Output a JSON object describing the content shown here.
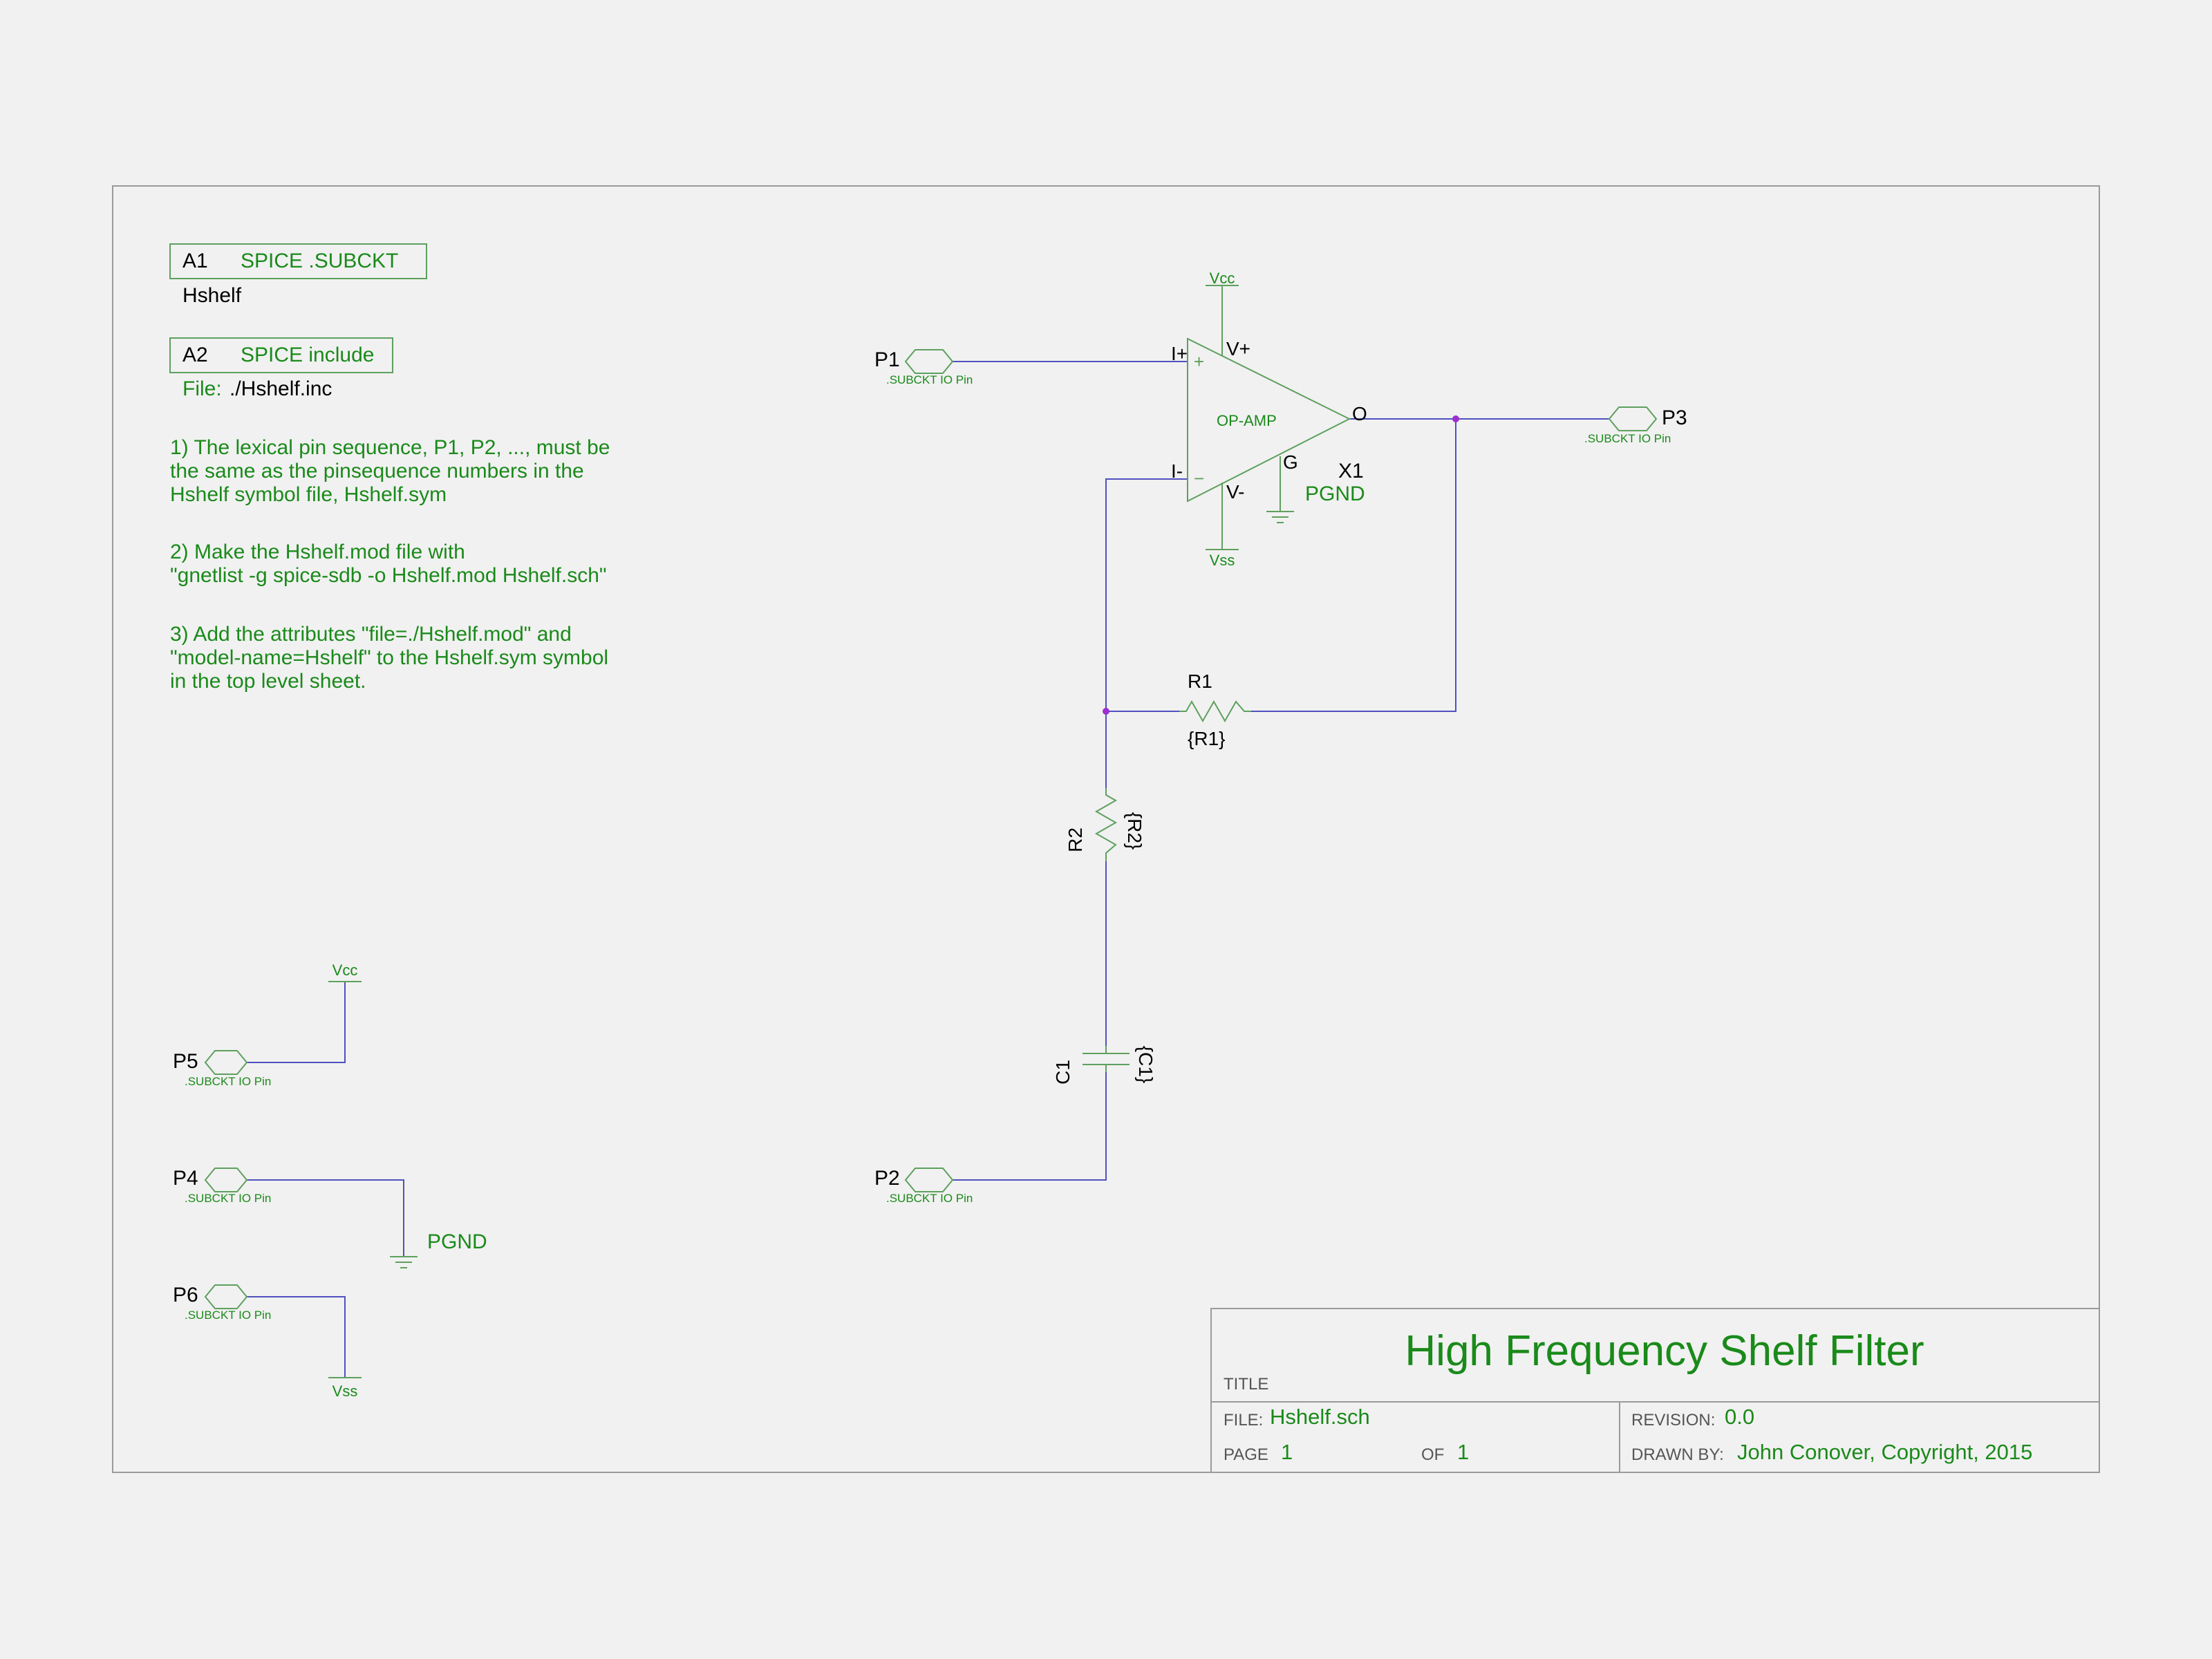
{
  "colors": {
    "background": "#f1f1f1",
    "frame": "#9a9a9a",
    "green": "#1a8a1a",
    "symbol": "#5ea05e",
    "wire": "#5050c0",
    "junction": "#9b30d0",
    "black": "#000000",
    "gray": "#555555"
  },
  "attributes": {
    "a1": {
      "refdes": "A1",
      "label": "SPICE .SUBCKT",
      "value": "Hshelf"
    },
    "a2": {
      "refdes": "A2",
      "label": "SPICE include",
      "file_key": "File:",
      "file_value": "./Hshelf.inc"
    }
  },
  "notes": [
    [
      "1) The lexical pin sequence, P1, P2, ..., must be",
      "the same as the pinsequence numbers in the",
      "Hshelf symbol file, Hshelf.sym"
    ],
    [
      "2) Make the Hshelf.mod file with",
      "\"gnetlist -g spice-sdb  -o Hshelf.mod Hshelf.sch\""
    ],
    [
      "3) Add the attributes \"file=./Hshelf.mod\" and",
      "\"model-name=Hshelf\" to the Hshelf.sym symbol",
      "in the top level sheet."
    ]
  ],
  "pins": {
    "p1": "P1",
    "p2": "P2",
    "p3": "P3",
    "p4": "P4",
    "p5": "P5",
    "p6": "P6",
    "pin_type": ".SUBCKT IO Pin"
  },
  "opamp": {
    "name": "OP-AMP",
    "refdes": "X1",
    "in_plus": "I+",
    "in_minus": "I-",
    "v_plus": "V+",
    "v_minus": "V-",
    "out": "O",
    "ground_pin": "G",
    "plus_sign": "+",
    "minus_sign": "−"
  },
  "power": {
    "vcc": "Vcc",
    "vss": "Vss",
    "pgnd": "PGND"
  },
  "parts": {
    "r1": {
      "refdes": "R1",
      "value": "{R1}"
    },
    "r2": {
      "refdes": "R2",
      "value": "{R2}"
    },
    "c1": {
      "refdes": "C1",
      "value": "{C1}"
    }
  },
  "title_block": {
    "title_label": "TITLE",
    "title": "High Frequency Shelf Filter",
    "file_label": "FILE:",
    "file": "Hshelf.sch",
    "revision_label": "REVISION:",
    "revision": "0.0",
    "page_label": "PAGE",
    "page": "1",
    "of_label": "OF",
    "of": "1",
    "drawn_by_label": "DRAWN BY:",
    "drawn_by": "John Conover, Copyright, 2015"
  }
}
